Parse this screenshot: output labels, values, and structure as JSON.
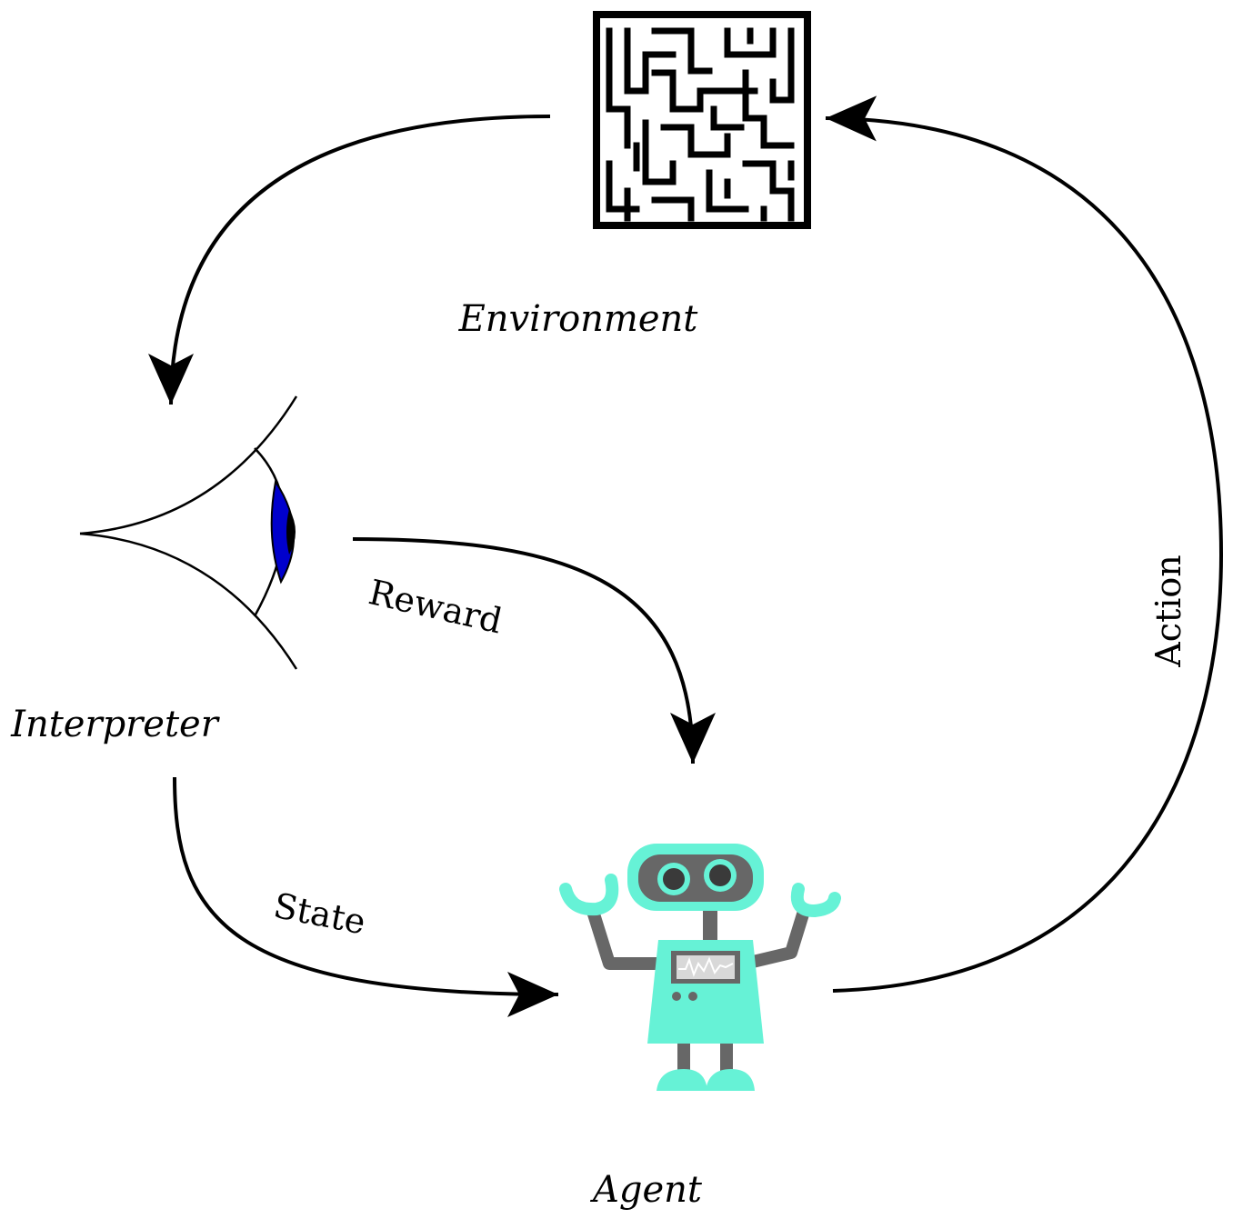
{
  "nodes": {
    "environment": {
      "label": "Environment",
      "icon": "maze-icon"
    },
    "interpreter": {
      "label": "Interpreter",
      "icon": "eye-icon"
    },
    "agent": {
      "label": "Agent",
      "icon": "robot-icon"
    }
  },
  "edges": {
    "reward": {
      "label": "Reward",
      "from": "interpreter",
      "to": "agent"
    },
    "state": {
      "label": "State",
      "from": "interpreter",
      "to": "agent"
    },
    "action": {
      "label": "Action",
      "from": "agent",
      "to": "environment"
    },
    "observe": {
      "label": "",
      "from": "environment",
      "to": "interpreter"
    }
  },
  "colors": {
    "robot_body": "#66f2d6",
    "robot_gray": "#676767",
    "eye_iris": "#0000cc",
    "line": "#000000"
  }
}
